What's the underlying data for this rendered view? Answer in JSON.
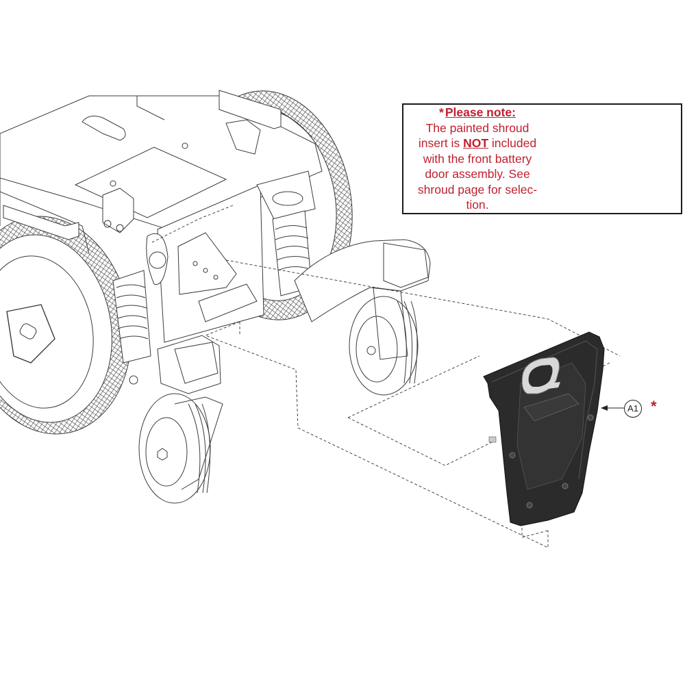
{
  "diagram": {
    "type": "exploded parts diagram",
    "subject": "Power wheelchair base with front battery door assembly",
    "colors": {
      "line_art": "#3a3a3a",
      "part_dark": "#2b2b2b",
      "accent_red": "#c0202f",
      "shroud_red": "#c8202e"
    }
  },
  "note": {
    "star": "*",
    "title": "Please note:",
    "lines": [
      "The painted shroud",
      "insert is ",
      "NOT",
      " included",
      "with the front battery",
      "door assembly. See",
      "shroud page for selec-",
      "tion."
    ],
    "inset_label": "painted shroud insert"
  },
  "callouts": [
    {
      "id": "A1",
      "label": "A1",
      "marker": "*",
      "target": "front battery door assembly"
    }
  ],
  "parts": {
    "base": "wheelchair power base (line art)",
    "door": "front battery door assembly (dark)",
    "shroud": "painted shroud insert (red)"
  }
}
